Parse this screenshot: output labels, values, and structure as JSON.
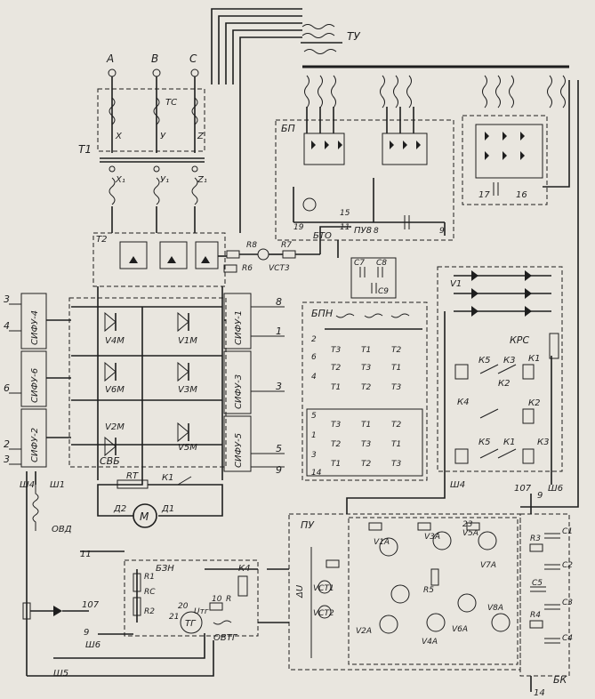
{
  "phases": [
    "A",
    "B",
    "C"
  ],
  "transformers": {
    "tu": "ТУ",
    "tc": "ТС",
    "t1": "Т1",
    "t2": "Т2",
    "t1_primary": [
      "X",
      "У",
      "Z"
    ],
    "t1_secondary": [
      "X₁",
      "У₁",
      "Z₁"
    ]
  },
  "blocks": {
    "bp": "БП",
    "bto": "БТО",
    "pu8": "ПУ8",
    "bpn": "БПН",
    "krs": "КРС",
    "svb": "СВБ",
    "pu": "ПУ",
    "bzn": "БЗН",
    "bk": "БК"
  },
  "sifu": [
    "СИФУ-4",
    "СИФУ-6",
    "СИФУ-2",
    "СИФУ-1",
    "СИФУ-3",
    "СИФУ-5"
  ],
  "thyristors": [
    "V4M",
    "V1M",
    "V6M",
    "V3M",
    "V2M",
    "V5M"
  ],
  "feedback": [
    "R8",
    "R7",
    "R6",
    "VCT3"
  ],
  "bp_labels": [
    "19",
    "15",
    "11",
    "8",
    "9",
    "17",
    "16"
  ],
  "caps_bpn": [
    "С7",
    "С8",
    "С9"
  ],
  "bpn_rows": [
    {
      "n": "2",
      "cells": [
        "Т3",
        "Т1",
        "Т2"
      ]
    },
    {
      "n": "6",
      "cells": [
        "Т2",
        "Т3",
        "Т1"
      ]
    },
    {
      "n": "4",
      "cells": [
        "Т1",
        "Т2",
        "Т3"
      ]
    },
    {
      "n": "5",
      "cells": [
        "Т3",
        "Т1",
        "Т2"
      ]
    },
    {
      "n": "1",
      "cells": [
        "Т2",
        "Т3",
        "Т1"
      ]
    },
    {
      "n": "3",
      "cells": [
        "Т1",
        "Т2",
        "Т3"
      ]
    }
  ],
  "bpn_extra": "14",
  "krs_elements": [
    "V1",
    "К5",
    "К3",
    "К1",
    "К2",
    "К4",
    "К2",
    "К5",
    "К1",
    "К3"
  ],
  "left_terminals": [
    "3",
    "4",
    "6",
    "2",
    "3"
  ],
  "right_terminals": [
    "8",
    "1",
    "3",
    "5",
    "9"
  ],
  "motor": {
    "m": "М",
    "d1": "Д1",
    "d2": "Д2",
    "rt": "RТ",
    "k1": "К1",
    "ovd": "ОВД"
  },
  "shunts": {
    "sh4": "Ш4",
    "sh1": "Ш1",
    "sh6": "Ш6",
    "sh5": "Ш5",
    "sh4b": "Ш4",
    "sh6b": "Ш6"
  },
  "wire_numbers": {
    "n107a": "107",
    "n107b": "107",
    "n11": "11",
    "n9": "9",
    "n9b": "9",
    "n14": "14",
    "n23": "23"
  },
  "bzn": {
    "r1": "R1",
    "rc": "RС",
    "r2": "R2",
    "r": "R",
    "n10": "10",
    "n20": "20",
    "n21": "21",
    "k4": "К4",
    "utg": "Uтг",
    "tg": "ТГ",
    "ovtg": "ОВТГ"
  },
  "pu": {
    "deltaU": "ΔU",
    "vct": [
      "VCT1",
      "VCT2"
    ],
    "transistors": [
      "V1A",
      "V3A",
      "V5A",
      "V7A",
      "V2A",
      "V4A",
      "V6A",
      "V8A"
    ],
    "r5": "R5"
  },
  "bk": [
    "R3",
    "R4",
    "С1",
    "С2",
    "С3",
    "С4",
    "С5"
  ]
}
